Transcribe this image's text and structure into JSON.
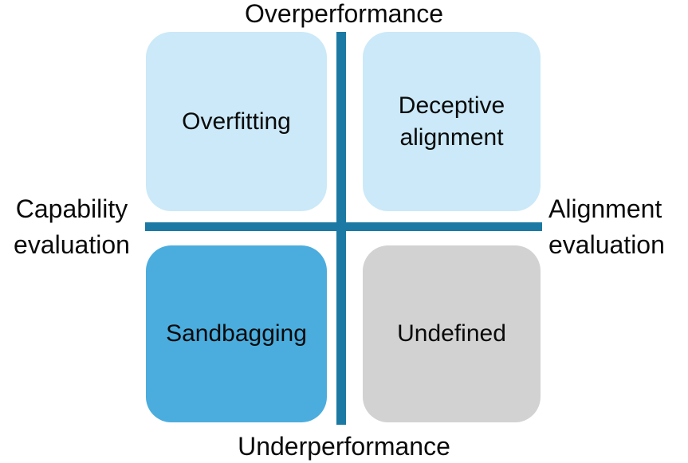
{
  "diagram": {
    "top_label": "Overperformance",
    "bottom_label": "Underperformance",
    "left_label": {
      "line1": "Capability",
      "line2": "evaluation"
    },
    "right_label": {
      "line1": "Alignment",
      "line2": "evaluation"
    },
    "quadrants": {
      "top_left": {
        "label": "Overfitting",
        "fill": "#CBE9F8"
      },
      "top_right": {
        "label": "Deceptive alignment",
        "fill": "#CBE9F8"
      },
      "bottom_left": {
        "label": "Sandbagging",
        "fill": "#4AADDE"
      },
      "bottom_right": {
        "label": "Undefined",
        "fill": "#D2D2D2"
      }
    },
    "axis_color": "#1B79A4",
    "text_color": "#0A0A0A",
    "background": "#FFFFFF"
  }
}
